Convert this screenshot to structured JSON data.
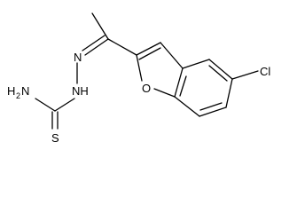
{
  "molecule": {
    "atoms": {
      "n_imine": "N",
      "nh": "NH",
      "nh2": "H",
      "nh2_sub": "2",
      "nh2_n": "N",
      "sulfur": "S",
      "oxygen": "O",
      "chlorine": "Cl"
    }
  }
}
